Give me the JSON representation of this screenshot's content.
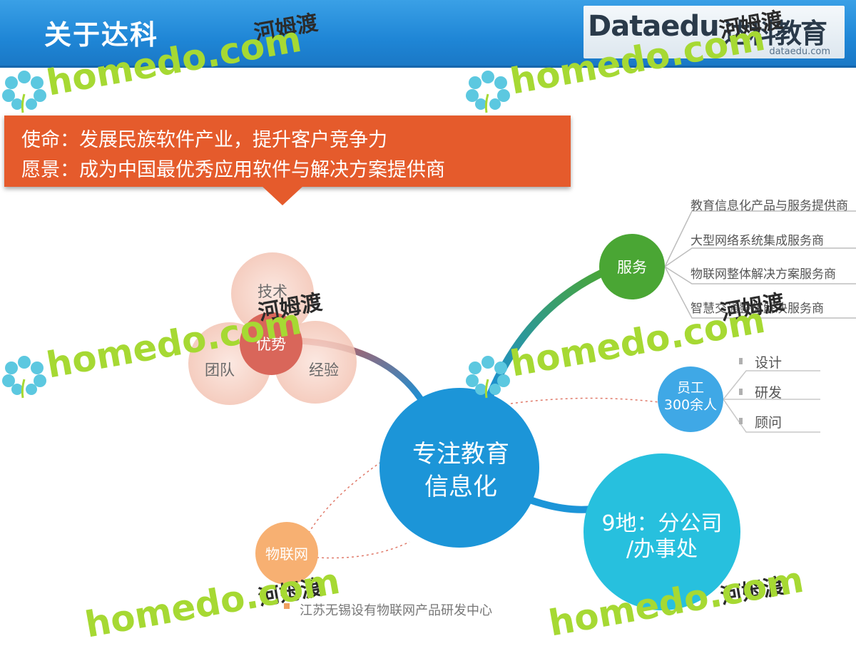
{
  "header": {
    "title": "关于达科",
    "logo_word": "Dataedu",
    "logo_cn": "达科教育",
    "logo_sub": "dataedu.com"
  },
  "banner": {
    "mission": "使命：发展民族软件产业，提升客户竞争力",
    "vision": "愿景：成为中国最优秀应用软件与解决方案提供商"
  },
  "center": {
    "line1": "专注教育",
    "line2": "信息化"
  },
  "advantages": {
    "hub": "优势",
    "items": [
      "技术",
      "团队",
      "经验"
    ]
  },
  "service": {
    "hub": "服务",
    "items": [
      "教育信息化产品与服务提供商",
      "大型网络系统集成服务商",
      "物联网整体解决方案服务商",
      "智慧交通整体解决服务商"
    ]
  },
  "staff": {
    "line1": "员工",
    "line2": "300余人",
    "items": [
      "设计",
      "研发",
      "顾问"
    ]
  },
  "branches": {
    "line1": "9地：分公司",
    "line2": "/办事处"
  },
  "iot": {
    "hub": "物联网",
    "caption": "江苏无锡设有物联网产品研发中心"
  },
  "watermark": {
    "cn": "河姆渡",
    "en": "homedo.com"
  },
  "colors": {
    "header_blue": "#1f86d6",
    "banner_orange": "#e55b2c",
    "center_blue": "#1c95d8",
    "service_green": "#4aa634",
    "staff_blue": "#3fa8e6",
    "branch_cyan": "#27c0de",
    "iot_orange": "#f7b072",
    "advantage_red": "#d9665a",
    "watermark_green": "#a6d933"
  }
}
